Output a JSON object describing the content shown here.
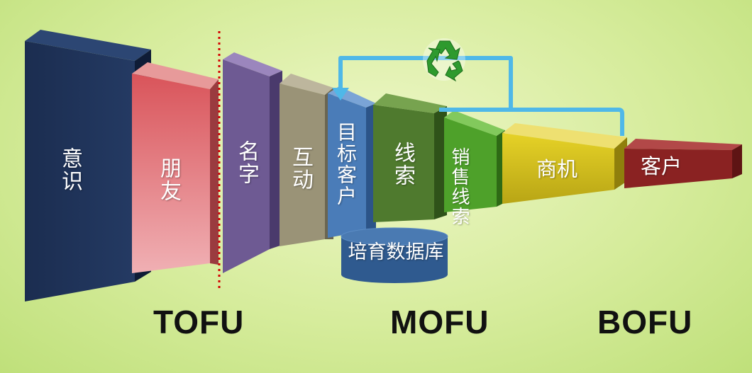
{
  "stages": [
    {
      "id": "awareness",
      "label": "意识",
      "color": "#1c2f52"
    },
    {
      "id": "friend",
      "label": "朋友",
      "color": "#d96b6b"
    },
    {
      "id": "name",
      "label": "名字",
      "color": "#6e5a93"
    },
    {
      "id": "interaction",
      "label": "互动",
      "color": "#9a9377"
    },
    {
      "id": "target",
      "label": "目标客户",
      "color": "#4a7cb8"
    },
    {
      "id": "leads",
      "label": "线索",
      "color": "#4f7a2e"
    },
    {
      "id": "sales-leads",
      "label": "销售线索",
      "color": "#4ea12a"
    },
    {
      "id": "opportunity",
      "label": "商机",
      "color": "#d6c31a"
    },
    {
      "id": "customer",
      "label": "客户",
      "color": "#8a2222"
    }
  ],
  "database": {
    "label": "培育数据库",
    "color": "#2f5a8f"
  },
  "phases": {
    "tofu": "TOFU",
    "mofu": "MOFU",
    "bofu": "BOFU"
  },
  "colors": {
    "loop_arrow": "#4fb8e8",
    "divider": "#d40000"
  },
  "icons": {
    "loop": "recycle-icon"
  }
}
